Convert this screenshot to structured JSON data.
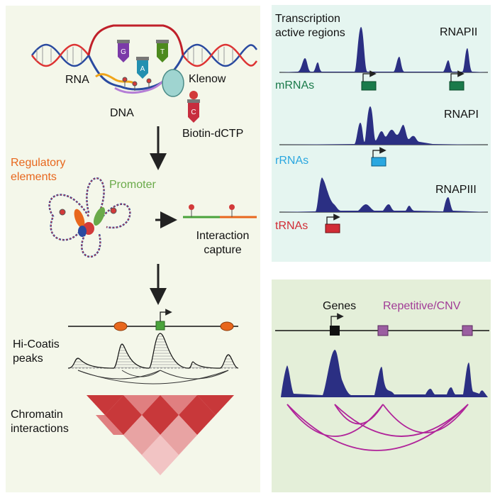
{
  "labels": {
    "rna": "RNA",
    "dna": "DNA",
    "klenow": "Klenow",
    "biotin": "Biotin-dCTP",
    "regulatory_1": "Regulatory",
    "regulatory_2": "elements",
    "promoter": "Promoter",
    "interaction_1": "Interaction",
    "interaction_2": "capture",
    "hicoatis_1": "Hi-Coatis",
    "hicoatis_2": "peaks",
    "chromatin_1": "Chromatin",
    "chromatin_2": "interactions",
    "transcription_1": "Transcription",
    "transcription_2": "active regions",
    "rnapii": "RNAPII",
    "rnapi": "RNAPI",
    "rnapiii": "RNAPIII",
    "mrnas": "mRNAs",
    "rrnas": "rRNAs",
    "trnas": "tRNAs",
    "genes": "Genes",
    "repetitive": "Repetitive/CNV"
  },
  "nucleotides": [
    "G",
    "A",
    "T",
    "C"
  ],
  "colors": {
    "left_panel_bg": "#f4f7ea",
    "top_right_bg": "#e5f5f0",
    "bottom_right_bg": "#e4efd9",
    "track_fill": "#2b2f83",
    "mrna": "#1a7a4a",
    "rrna": "#2aa7e0",
    "trna": "#d12d36",
    "regulatory": "#e8671d",
    "promoter": "#6aaa49",
    "repetitive": "#a13b96",
    "heatmap_dark": "#c8383a",
    "heatmap_mid": "#e07f80",
    "heatmap_light": "#f2c4c4"
  }
}
